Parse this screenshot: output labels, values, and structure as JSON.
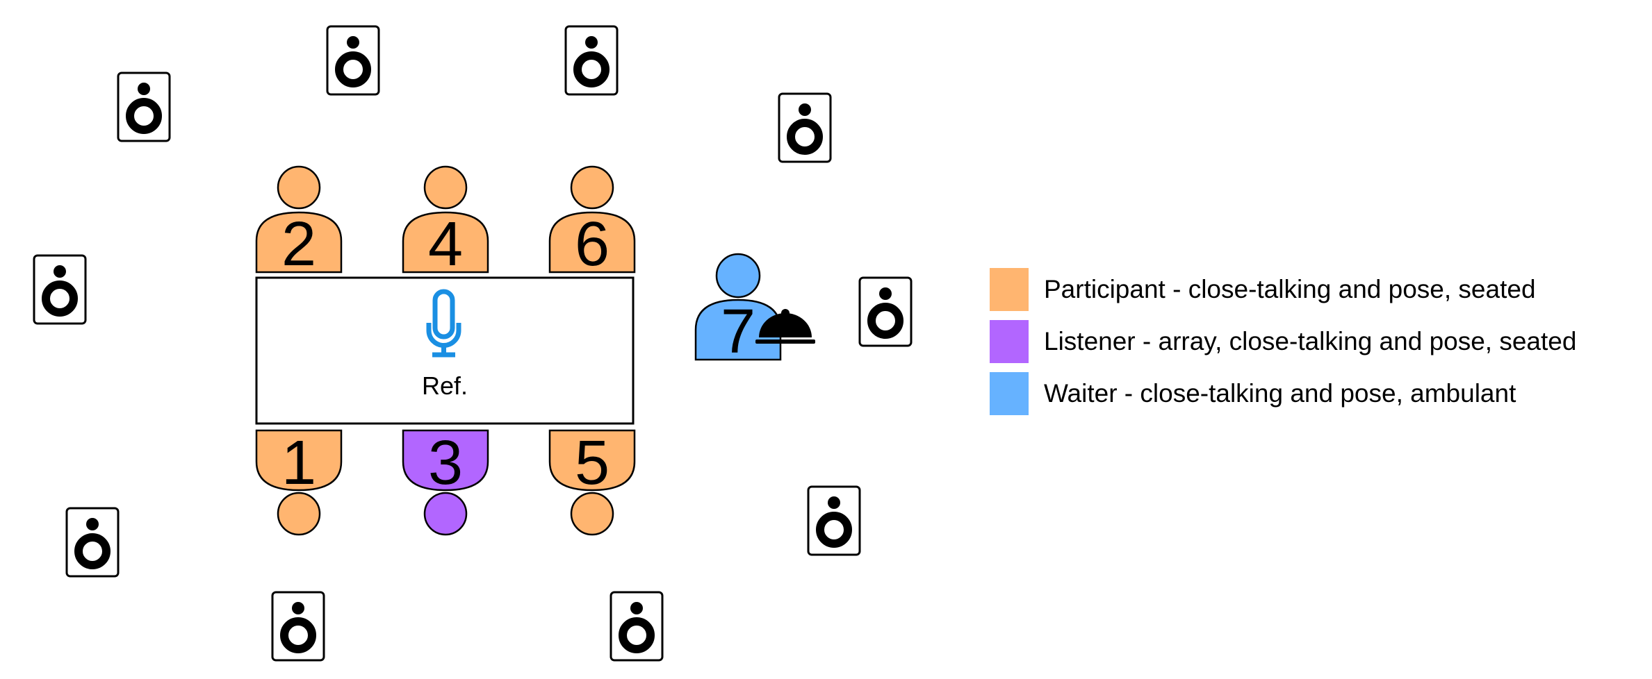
{
  "colors": {
    "participant": "#FFB570",
    "listener": "#B266FF",
    "waiter": "#66B2FF",
    "microphone": "#1A8FE3",
    "outline": "#000000"
  },
  "table": {
    "microphone_icon": "microphone-icon",
    "ref_label": "Ref."
  },
  "seats": [
    {
      "number": "2",
      "role": "participant"
    },
    {
      "number": "4",
      "role": "participant"
    },
    {
      "number": "6",
      "role": "participant"
    },
    {
      "number": "1",
      "role": "participant"
    },
    {
      "number": "3",
      "role": "listener"
    },
    {
      "number": "5",
      "role": "participant"
    }
  ],
  "waiter": {
    "number": "7",
    "role": "waiter",
    "tray_icon": "cloche-icon"
  },
  "loudspeakers": {
    "icon": "loudspeaker-icon",
    "count": 10
  },
  "legend": [
    {
      "role": "participant",
      "label": "Participant - close-talking and pose, seated"
    },
    {
      "role": "listener",
      "label": "Listener - array, close-talking and pose, seated"
    },
    {
      "role": "waiter",
      "label": "Waiter - close-talking and pose, ambulant"
    }
  ]
}
